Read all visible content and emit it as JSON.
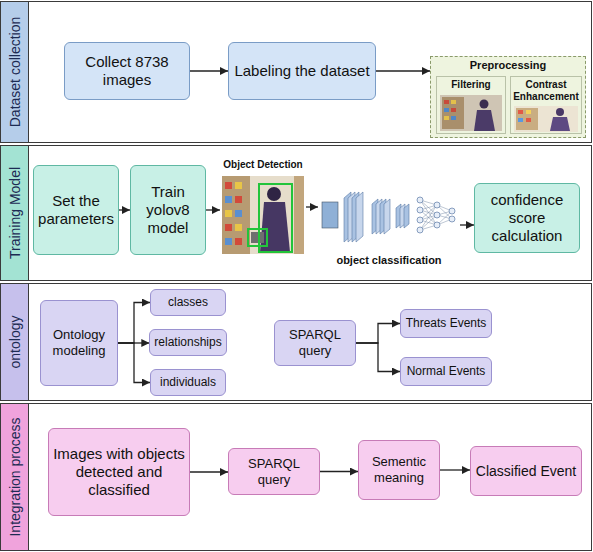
{
  "diagram": {
    "nodes": [
      {
        "text": [
          "Dataset collection"
        ]
      },
      {
        "text": [
          "Collect 8738 images"
        ],
        "in": 0
      },
      {
        "text": [
          "Labeling the dataset"
        ],
        "in": 0
      },
      {
        "text": [
          "Preprocessing"
        ],
        "in": 0
      },
      {
        "text": [
          "Filtering"
        ],
        "in": 3
      },
      {
        "text": [
          "Contrast Enhancement"
        ],
        "in": 3
      },
      {
        "text": [
          "Training Model"
        ]
      },
      {
        "text": [
          "Set the parameters"
        ],
        "in": 6
      },
      {
        "text": [
          "Train yolov8 model"
        ],
        "in": 6
      },
      {
        "text": [
          "Object Detection"
        ],
        "in": 6
      },
      {
        "text": [
          "object classification"
        ],
        "in": 6
      },
      {
        "text": [
          "confidence score calculation"
        ],
        "in": 6
      },
      {
        "text": [
          "ontology"
        ]
      },
      {
        "text": [
          "Ontology modeling"
        ],
        "in": 12
      },
      {
        "text": [
          "classes"
        ],
        "in": 12
      },
      {
        "text": [
          "relationships"
        ],
        "in": 12
      },
      {
        "text": [
          "individuals"
        ],
        "in": 12
      },
      {
        "text": [
          "SPARQL query"
        ],
        "in": 12
      },
      {
        "text": [
          "Threats Events"
        ],
        "in": 12
      },
      {
        "text": [
          "Normal Events"
        ],
        "in": 12
      },
      {
        "text": [
          "Integration process"
        ]
      },
      {
        "text": [
          "Images with objects detected and classified"
        ],
        "in": 20
      },
      {
        "text": [
          "SPARQL query"
        ],
        "in": 20
      },
      {
        "text": [
          "Sementic meaning"
        ],
        "in": 20
      },
      {
        "text": [
          "Classified Event"
        ],
        "in": 20
      }
    ],
    "edges": [
      {
        "from": 1,
        "to": 2,
        "arrow": "to"
      },
      {
        "from": 2,
        "to": 3,
        "arrow": "to"
      },
      {
        "from": 7,
        "to": 8,
        "arrow": "to"
      },
      {
        "from": 8,
        "to": 9,
        "arrow": "to"
      },
      {
        "from": 9,
        "to": 10,
        "arrow": "to"
      },
      {
        "from": 10,
        "to": 11,
        "arrow": "to"
      },
      {
        "from": 13,
        "to": 14,
        "arrow": "to"
      },
      {
        "from": 13,
        "to": 15,
        "arrow": "to"
      },
      {
        "from": 13,
        "to": 16,
        "arrow": "to"
      },
      {
        "from": 17,
        "to": 18,
        "arrow": "to"
      },
      {
        "from": 17,
        "to": 19,
        "arrow": "to"
      },
      {
        "from": 21,
        "to": 22,
        "arrow": "to"
      },
      {
        "from": 22,
        "to": 23,
        "arrow": "to"
      },
      {
        "from": 23,
        "to": 24,
        "arrow": "to"
      }
    ]
  }
}
